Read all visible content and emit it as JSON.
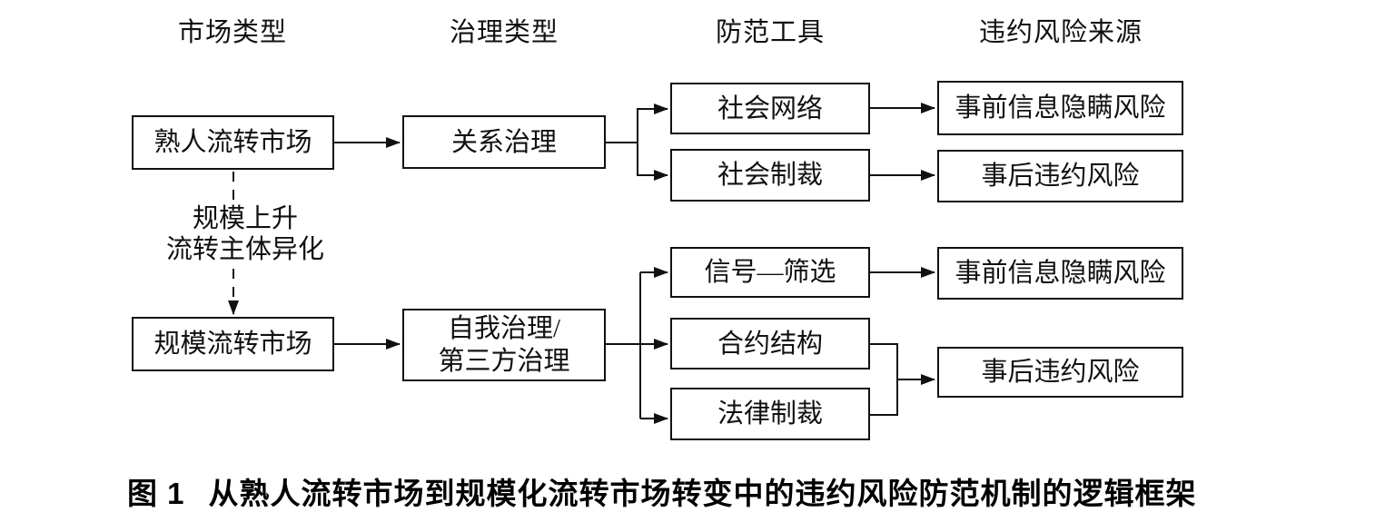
{
  "figure": {
    "headers": {
      "market_type": "市场类型",
      "governance_type": "治理类型",
      "prevention_tool": "防范工具",
      "risk_source": "违约风险来源"
    },
    "nodes": {
      "acquaintance_market": "熟人流转市场",
      "relational_governance": "关系治理",
      "social_network": "社会网络",
      "social_sanction": "社会制裁",
      "ex_ante_risk_top": "事前信息隐瞒风险",
      "ex_post_risk_top": "事后违约风险",
      "scale_market": "规模流转市场",
      "self_governance_line1": "自我治理/",
      "self_governance_line2": "第三方治理",
      "signal_screening": "信号—筛选",
      "contract_structure": "合约结构",
      "legal_sanction": "法律制裁",
      "ex_ante_risk_bottom": "事前信息隐瞒风险",
      "ex_post_risk_bottom": "事后违约风险"
    },
    "transition": {
      "line1": "规模上升",
      "line2": "流转主体异化"
    },
    "caption": {
      "prefix": "图 1",
      "text": "从熟人流转市场到规模化流转市场转变中的违约风险防范机制的逻辑框架"
    },
    "colors": {
      "line": "#111111",
      "text": "#111111",
      "background": "#ffffff"
    }
  }
}
